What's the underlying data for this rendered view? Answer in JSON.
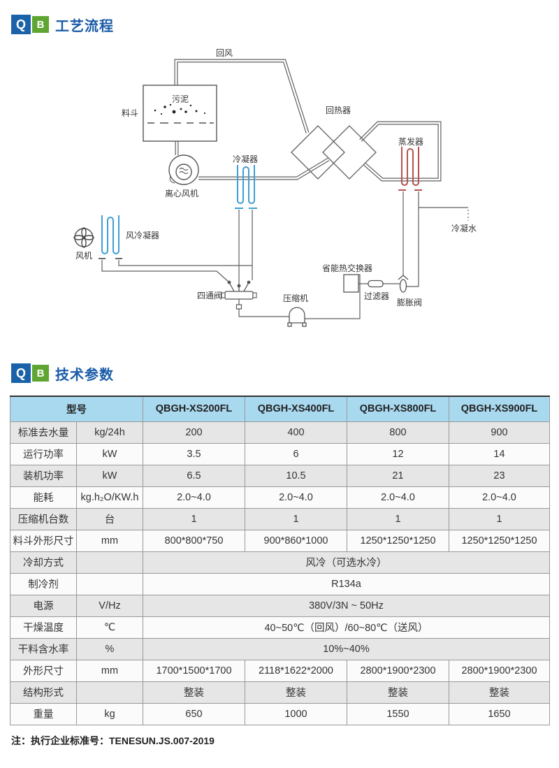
{
  "sections": {
    "process_flow": {
      "logo_q": "Q",
      "logo_b": "B",
      "title": "工艺流程"
    },
    "tech_params": {
      "logo_q": "Q",
      "logo_b": "B",
      "title": "技术参数"
    }
  },
  "diagram": {
    "labels": {
      "return_air": "回风",
      "hopper": "料斗",
      "sludge": "污泥",
      "centrifugal_fan": "离心风机",
      "condenser": "冷凝器",
      "regenerator": "回热器",
      "evaporator": "蒸发器",
      "condensate": "冷凝水",
      "fan": "风机",
      "air_cooled_condenser": "风冷凝器",
      "four_way_valve": "四通阀",
      "compressor": "压缩机",
      "energy_saving_hx": "省能热交换器",
      "filter": "过滤器",
      "expansion_valve": "膨胀阀"
    },
    "colors": {
      "line": "#5f5f5f",
      "coil_blue": "#3f9ed2",
      "coil_red": "#b5524c"
    }
  },
  "table": {
    "model_header": "型号",
    "models": [
      "QBGH-XS200FL",
      "QBGH-XS400FL",
      "QBGH-XS800FL",
      "QBGH-XS900FL"
    ],
    "rows": [
      {
        "label": "标准去水量",
        "unit": "kg/24h",
        "values": [
          "200",
          "400",
          "800",
          "900"
        ]
      },
      {
        "label": "运行功率",
        "unit": "kW",
        "values": [
          "3.5",
          "6",
          "12",
          "14"
        ]
      },
      {
        "label": "装机功率",
        "unit": "kW",
        "values": [
          "6.5",
          "10.5",
          "21",
          "23"
        ]
      },
      {
        "label": "能耗",
        "unit": "kg.h₂O/KW.h",
        "values": [
          "2.0~4.0",
          "2.0~4.0",
          "2.0~4.0",
          "2.0~4.0"
        ]
      },
      {
        "label": "压缩机台数",
        "unit": "台",
        "values": [
          "1",
          "1",
          "1",
          "1"
        ]
      },
      {
        "label": "料斗外形尺寸",
        "unit": "mm",
        "values": [
          "800*800*750",
          "900*860*1000",
          "1250*1250*1250",
          "1250*1250*1250"
        ]
      },
      {
        "label": "冷却方式",
        "unit": "",
        "merged": "风冷（可选水冷）"
      },
      {
        "label": "制冷剂",
        "unit": "",
        "merged": "R134a"
      },
      {
        "label": "电源",
        "unit": "V/Hz",
        "merged": "380V/3N ~ 50Hz"
      },
      {
        "label": "干燥温度",
        "unit": "℃",
        "merged": "40~50℃（回风）/60~80℃（送风）"
      },
      {
        "label": "干料含水率",
        "unit": "%",
        "merged": "10%~40%"
      },
      {
        "label": "外形尺寸",
        "unit": "mm",
        "values": [
          "1700*1500*1700",
          "2118*1622*2000",
          "2800*1900*2300",
          "2800*1900*2300"
        ]
      },
      {
        "label": "结构形式",
        "unit": "",
        "values": [
          "整装",
          "整装",
          "整装",
          "整装"
        ]
      },
      {
        "label": "重量",
        "unit": "kg",
        "values": [
          "650",
          "1000",
          "1550",
          "1650"
        ]
      }
    ],
    "colors": {
      "header_bg": "#a9d9ef",
      "row_alt": "#e6e6e6"
    }
  },
  "footnote": "注：执行企业标准号：TENESUN.JS.007-2019"
}
